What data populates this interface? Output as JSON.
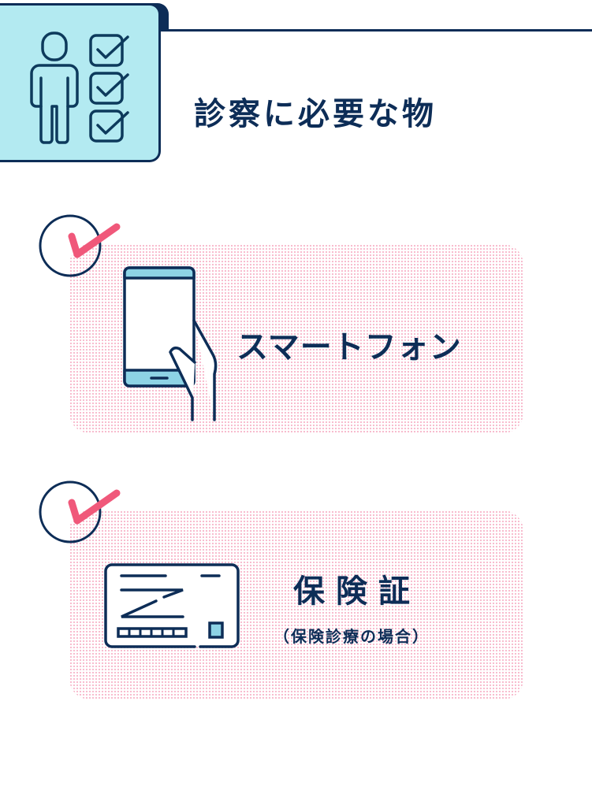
{
  "header": {
    "title": "診察に必要な物",
    "icon": "person-checklist-icon"
  },
  "items": [
    {
      "label": "スマートフォン",
      "icon": "smartphone-hand-icon"
    },
    {
      "label": "保険証",
      "note": "（保険診療の場合）",
      "icon": "insurance-card-icon"
    }
  ],
  "colors": {
    "navy": "#0d2d57",
    "cyan": "#b3eaf1",
    "pink": "#f0587a",
    "accent": "#8dd3e5"
  }
}
